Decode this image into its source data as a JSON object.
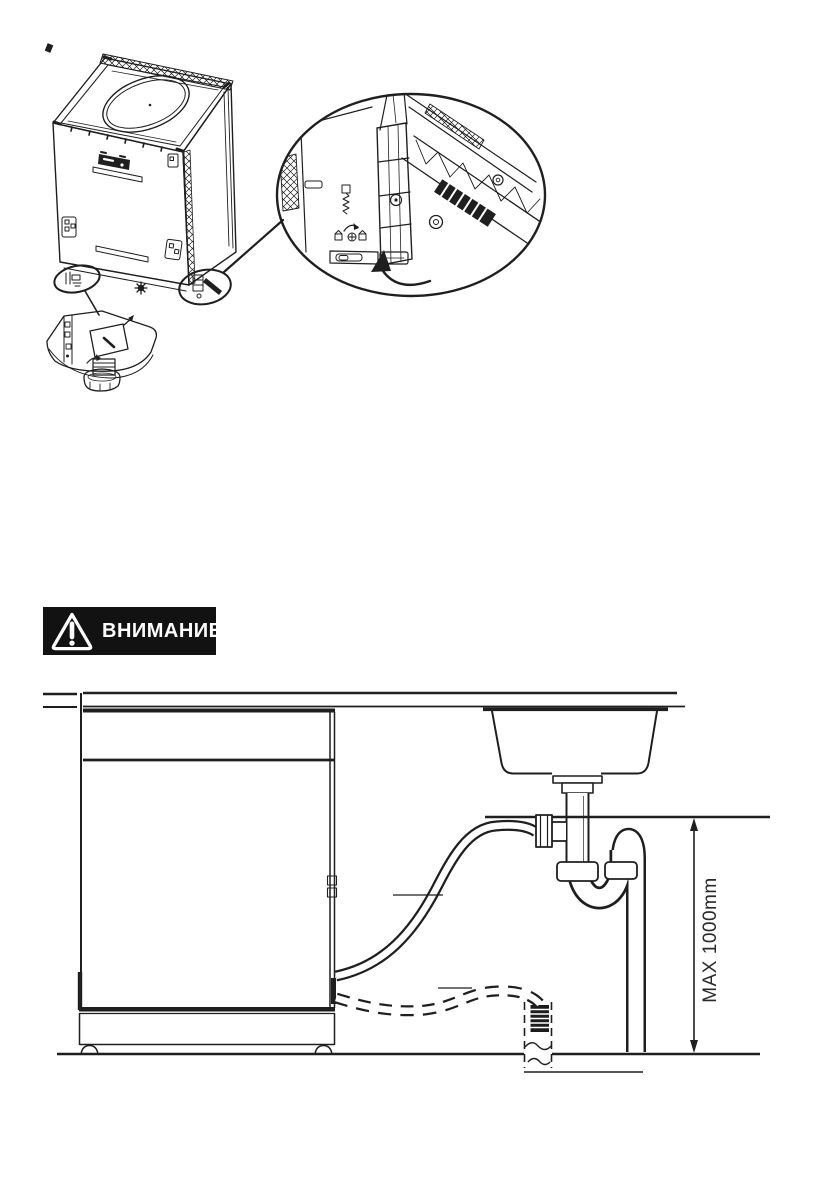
{
  "page": {
    "kind": "appliance installation manual page",
    "background_color": "#ffffff",
    "ink_color": "#1f1f1f"
  },
  "warning_banner": {
    "label": "ВНИМАНИЕ",
    "icon": "warning-triangle-exclamation-icon",
    "bg_color": "#121212",
    "text_color": "#ffffff"
  },
  "leveling_figure": {
    "elements": [
      "dishwasher-rear-isometric-view",
      "top-coil-circle",
      "left-foot-callout-ellipse",
      "rear-foot-callout-ellipse",
      "magnified-rear-foot-detail-ellipse",
      "front-foot-adjustment-detail",
      "rotation-arrow"
    ]
  },
  "installation_diagram": {
    "dimension_label": "MAX 1000mm",
    "elements": [
      "countertop",
      "dishwasher-side-view",
      "kitchen-sink-basin",
      "sink-drain-flange",
      "p-trap-siphon",
      "drain-hose-solid-route",
      "drain-hose-alternative-dashed-route",
      "floor-drain-standpipe",
      "floor-line",
      "dimension-arrow"
    ]
  }
}
